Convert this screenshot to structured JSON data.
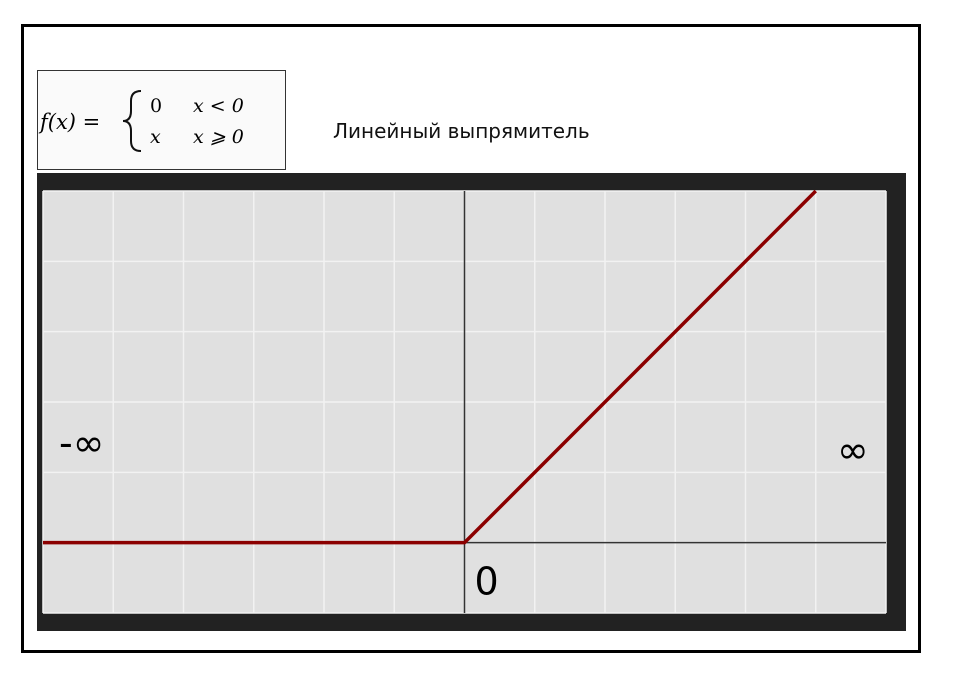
{
  "formula": {
    "lhs": "f(x) =",
    "case1_value": "0",
    "case1_condition": "x < 0",
    "case2_value": "x",
    "case2_condition": "x ⩾ 0"
  },
  "caption": "Линейный выпрямитель",
  "chart_data": {
    "type": "line",
    "series": [
      {
        "x": [
          -6,
          0,
          5
        ],
        "y": [
          0,
          0,
          5
        ],
        "color": "#8b0000"
      }
    ],
    "xlim": [
      -6,
      6
    ],
    "ylim": [
      -1,
      5
    ],
    "grid": true,
    "labels": {
      "left": "-∞",
      "right": "∞",
      "origin": "0"
    },
    "colors": {
      "panel": "#222222",
      "plot_background": "#e0e0e0",
      "grid": "#f2f2f2",
      "axis": "#333333",
      "line": "#8b0000"
    }
  }
}
